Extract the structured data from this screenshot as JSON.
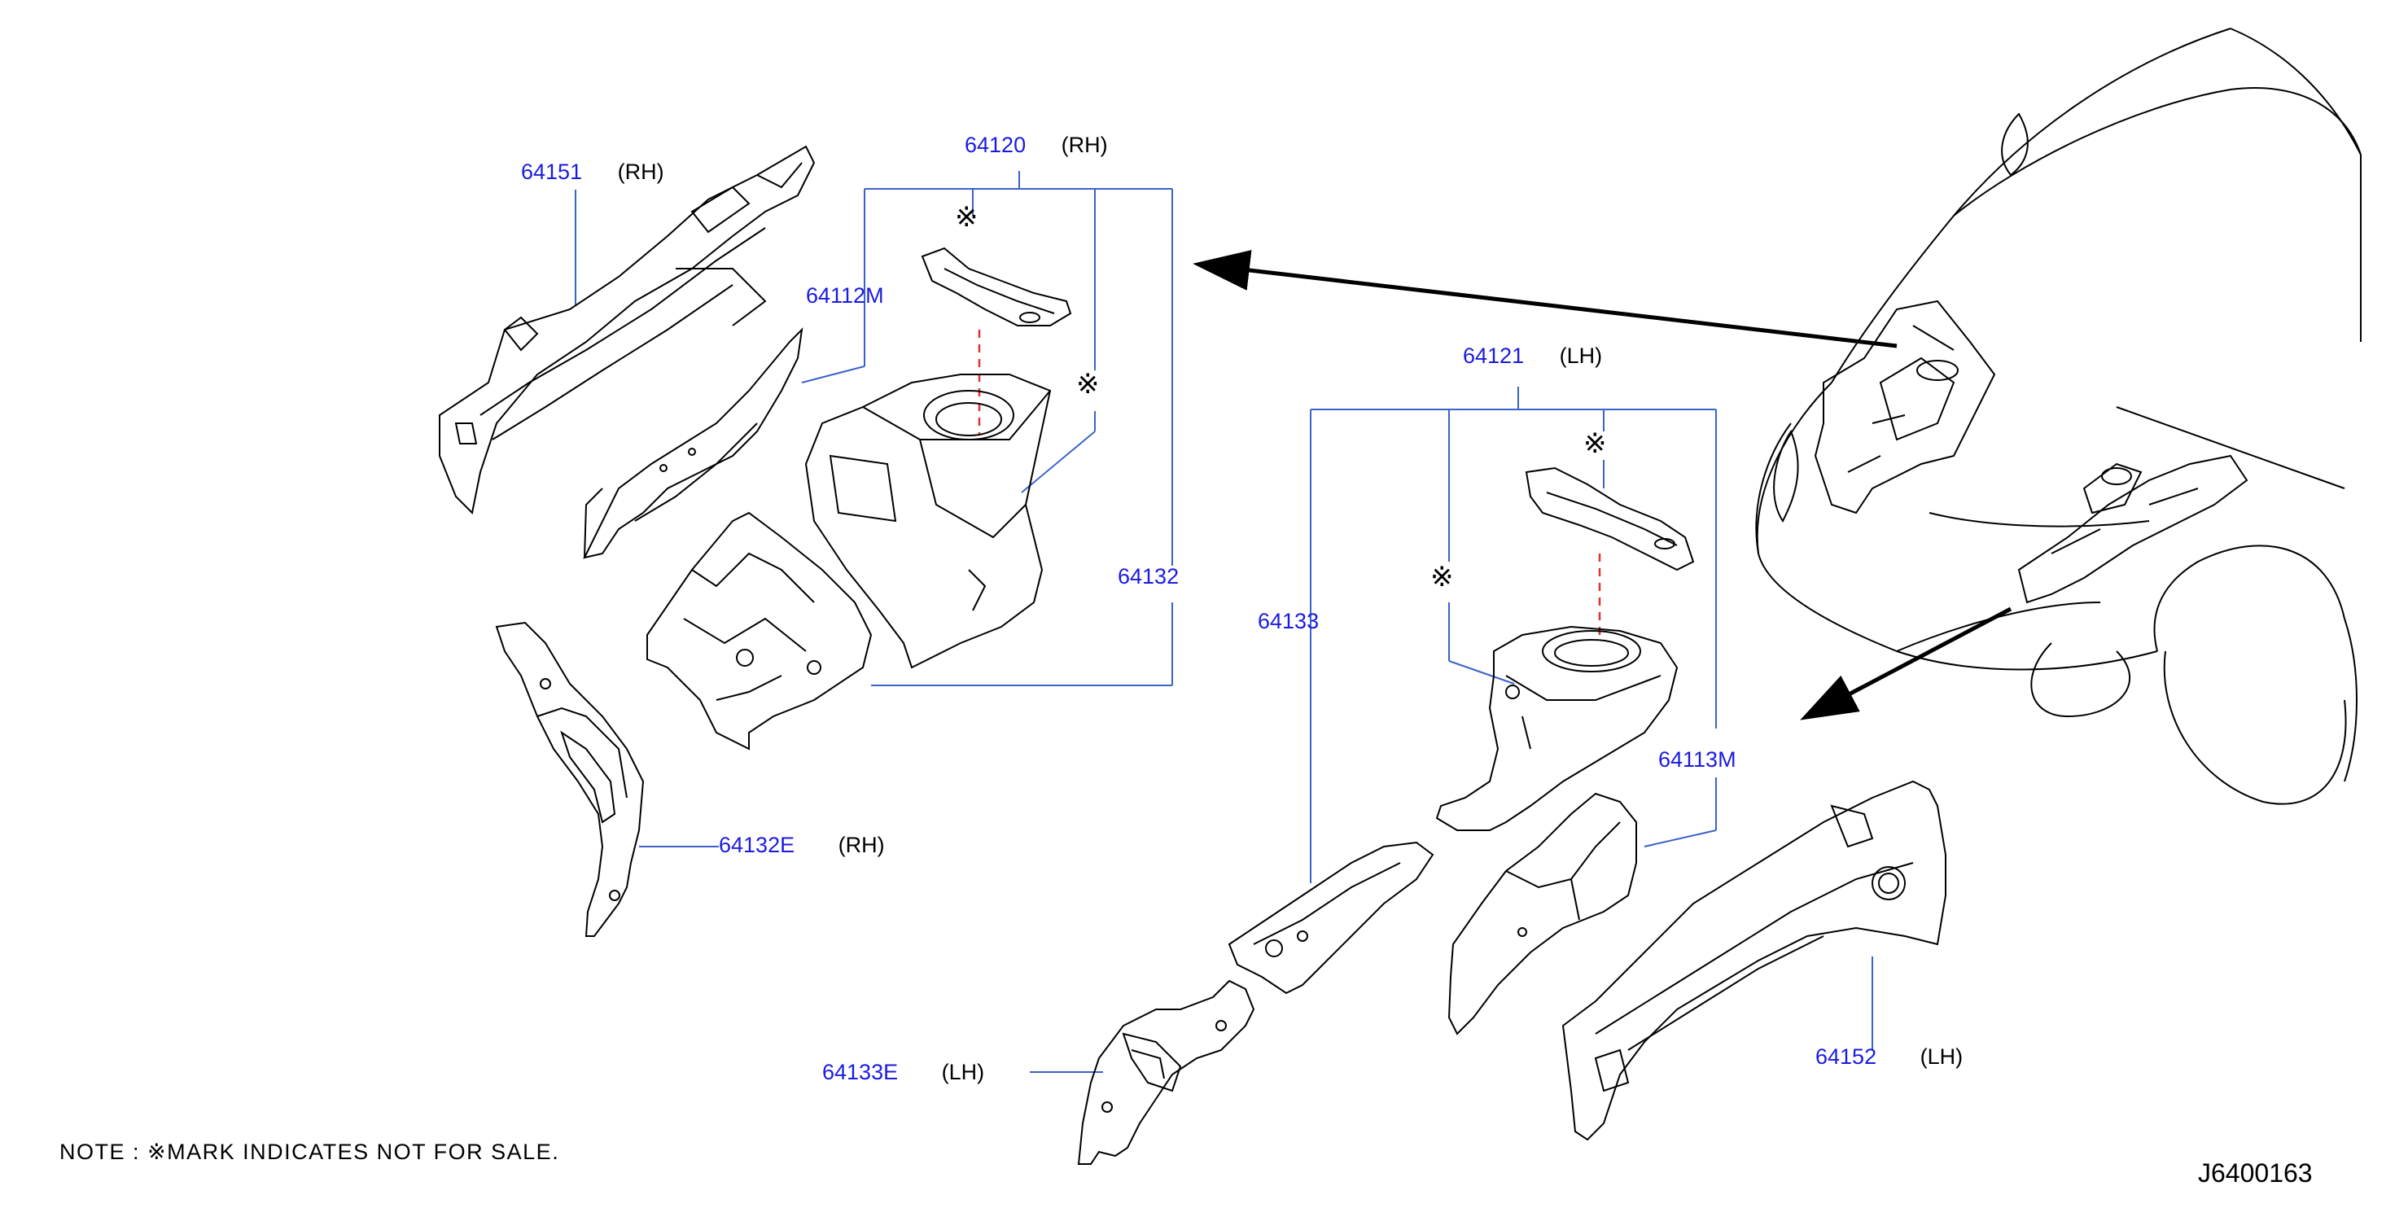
{
  "parts": [
    {
      "id": "p64151",
      "number": "64151",
      "side": "(RH)"
    },
    {
      "id": "p64120",
      "number": "64120",
      "side": "(RH)"
    },
    {
      "id": "p64112M",
      "number": "64112M",
      "side": ""
    },
    {
      "id": "p64132",
      "number": "64132",
      "side": ""
    },
    {
      "id": "p64132E",
      "number": "64132E",
      "side": "(RH)"
    },
    {
      "id": "p64121",
      "number": "64121",
      "side": "(LH)"
    },
    {
      "id": "p64133",
      "number": "64133",
      "side": ""
    },
    {
      "id": "p64113M",
      "number": "64113M",
      "side": ""
    },
    {
      "id": "p64152",
      "number": "64152",
      "side": "(LH)"
    },
    {
      "id": "p64133E",
      "number": "64133E",
      "side": "(LH)"
    }
  ],
  "not_for_sale_symbol": "※",
  "note": "NOTE : ※MARK  INDICATES  NOT  FOR  SALE.",
  "diagram_code": "J6400163",
  "colors": {
    "part_number": "#1b1be0",
    "leader": "#3a62c8",
    "line": "#000000",
    "dashed": "#e03030"
  }
}
